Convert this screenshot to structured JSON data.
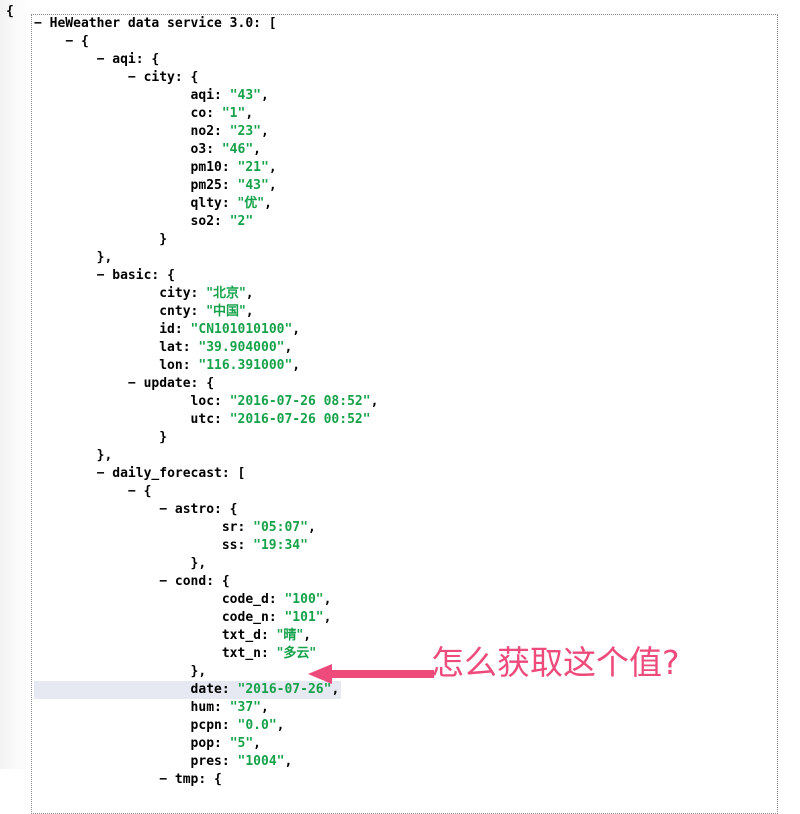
{
  "viewer": {
    "root_brace": "{",
    "box_border_color": "#8a8a8a",
    "string_color": "#16a24a",
    "key_color": "#000000",
    "selection_color": "#e6e9f2"
  },
  "annotation": {
    "text": "怎么获取这个值?",
    "color": "#ee4a7b",
    "arrow_direction": "left",
    "points_at": "date"
  },
  "tree": [
    {
      "indent": 1,
      "toggle": "−",
      "key": "HeWeather data service 3.0",
      "after": ": ["
    },
    {
      "indent": 2,
      "toggle": "−",
      "key": "",
      "after": "{"
    },
    {
      "indent": 3,
      "toggle": "−",
      "key": "aqi",
      "after": ": {"
    },
    {
      "indent": 4,
      "toggle": "−",
      "key": "city",
      "after": ": {"
    },
    {
      "indent": 6,
      "toggle": "",
      "key": "aqi",
      "value": "43",
      "after": ","
    },
    {
      "indent": 6,
      "toggle": "",
      "key": "co",
      "value": "1",
      "after": ","
    },
    {
      "indent": 6,
      "toggle": "",
      "key": "no2",
      "value": "23",
      "after": ","
    },
    {
      "indent": 6,
      "toggle": "",
      "key": "o3",
      "value": "46",
      "after": ","
    },
    {
      "indent": 6,
      "toggle": "",
      "key": "pm10",
      "value": "21",
      "after": ","
    },
    {
      "indent": 6,
      "toggle": "",
      "key": "pm25",
      "value": "43",
      "after": ","
    },
    {
      "indent": 6,
      "toggle": "",
      "key": "qlty",
      "value": "优",
      "after": ","
    },
    {
      "indent": 6,
      "toggle": "",
      "key": "so2",
      "value": "2",
      "after": ""
    },
    {
      "indent": 5,
      "toggle": "",
      "key": "",
      "after": "}"
    },
    {
      "indent": 3,
      "toggle": "",
      "key": "",
      "after": "},"
    },
    {
      "indent": 3,
      "toggle": "−",
      "key": "basic",
      "after": ": {"
    },
    {
      "indent": 5,
      "toggle": "",
      "key": "city",
      "value": "北京",
      "after": ","
    },
    {
      "indent": 5,
      "toggle": "",
      "key": "cnty",
      "value": "中国",
      "after": ","
    },
    {
      "indent": 5,
      "toggle": "",
      "key": "id",
      "value": "CN101010100",
      "after": ","
    },
    {
      "indent": 5,
      "toggle": "",
      "key": "lat",
      "value": "39.904000",
      "after": ","
    },
    {
      "indent": 5,
      "toggle": "",
      "key": "lon",
      "value": "116.391000",
      "after": ","
    },
    {
      "indent": 4,
      "toggle": "−",
      "key": "update",
      "after": ": {"
    },
    {
      "indent": 6,
      "toggle": "",
      "key": "loc",
      "value": "2016-07-26 08:52",
      "after": ","
    },
    {
      "indent": 6,
      "toggle": "",
      "key": "utc",
      "value": "2016-07-26 00:52",
      "after": ""
    },
    {
      "indent": 5,
      "toggle": "",
      "key": "",
      "after": "}"
    },
    {
      "indent": 3,
      "toggle": "",
      "key": "",
      "after": "},"
    },
    {
      "indent": 3,
      "toggle": "−",
      "key": "daily_forecast",
      "after": ": ["
    },
    {
      "indent": 4,
      "toggle": "−",
      "key": "",
      "after": "{"
    },
    {
      "indent": 5,
      "toggle": "−",
      "key": "astro",
      "after": ": {"
    },
    {
      "indent": 7,
      "toggle": "",
      "key": "sr",
      "value": "05:07",
      "after": ","
    },
    {
      "indent": 7,
      "toggle": "",
      "key": "ss",
      "value": "19:34",
      "after": ""
    },
    {
      "indent": 6,
      "toggle": "",
      "key": "",
      "after": "},"
    },
    {
      "indent": 5,
      "toggle": "−",
      "key": "cond",
      "after": ": {"
    },
    {
      "indent": 7,
      "toggle": "",
      "key": "code_d",
      "value": "100",
      "after": ","
    },
    {
      "indent": 7,
      "toggle": "",
      "key": "code_n",
      "value": "101",
      "after": ","
    },
    {
      "indent": 7,
      "toggle": "",
      "key": "txt_d",
      "value": "晴",
      "after": ","
    },
    {
      "indent": 7,
      "toggle": "",
      "key": "txt_n",
      "value": "多云",
      "after": ""
    },
    {
      "indent": 6,
      "toggle": "",
      "key": "",
      "after": "},"
    },
    {
      "indent": 6,
      "toggle": "",
      "key": "date",
      "value": "2016-07-26",
      "after": ",",
      "selected": true
    },
    {
      "indent": 6,
      "toggle": "",
      "key": "hum",
      "value": "37",
      "after": ","
    },
    {
      "indent": 6,
      "toggle": "",
      "key": "pcpn",
      "value": "0.0",
      "after": ","
    },
    {
      "indent": 6,
      "toggle": "",
      "key": "pop",
      "value": "5",
      "after": ","
    },
    {
      "indent": 6,
      "toggle": "",
      "key": "pres",
      "value": "1004",
      "after": ","
    },
    {
      "indent": 5,
      "toggle": "−",
      "key": "tmp",
      "after": ": {"
    }
  ]
}
